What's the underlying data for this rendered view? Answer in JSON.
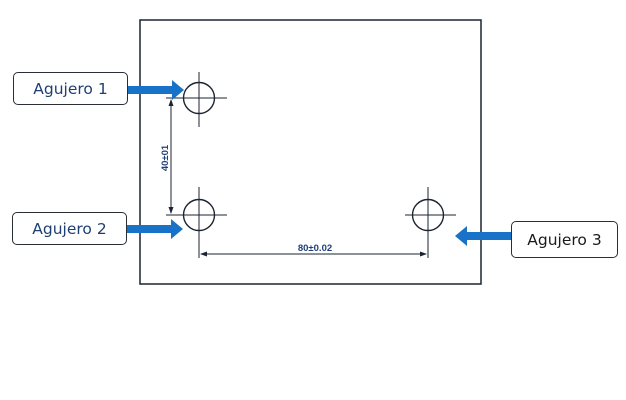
{
  "labels": {
    "hole_1": "Agujero 1",
    "hole_2": "Agujero 2",
    "hole_3": "Agujero 3"
  },
  "dimensions": {
    "vertical": "40±01",
    "horizontal": "80±0.02"
  },
  "colors": {
    "arrow": "#1872c8",
    "line": "#1b2430",
    "dimension_text": "#1e3f7a"
  }
}
